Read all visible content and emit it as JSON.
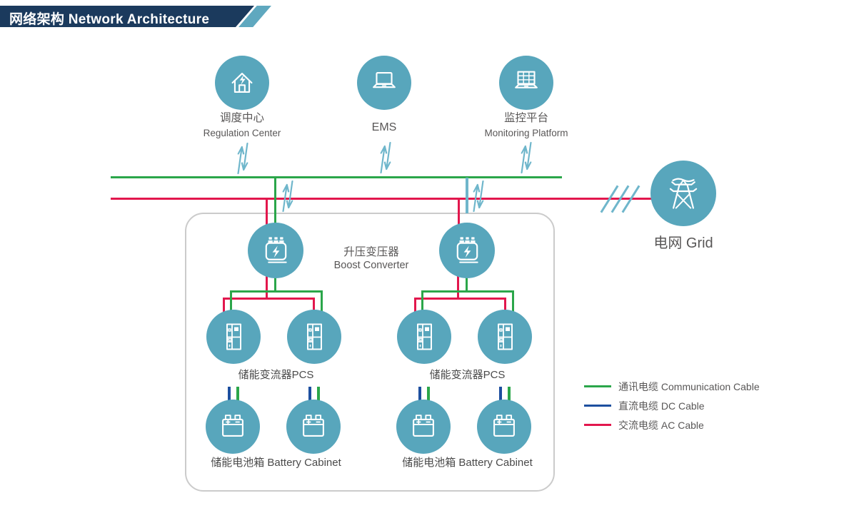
{
  "banner": {
    "title": "网络架构 Network Architecture"
  },
  "nodes": {
    "regulation_center": {
      "zh": "调度中心",
      "en": "Regulation Center",
      "icon": "house-lightning-icon"
    },
    "ems": {
      "label": "EMS",
      "icon": "laptop-icon"
    },
    "monitoring_platform": {
      "zh": "监控平台",
      "en": "Monitoring Platform",
      "icon": "laptop-grid-screen-icon"
    },
    "grid": {
      "label": "电网 Grid",
      "icon": "transmission-tower-icon"
    },
    "boost_converter": {
      "zh": "升压变压器",
      "en": "Boost Converter",
      "icon": "transformer-lightning-icon"
    },
    "pcs": {
      "label": "储能变流器PCS",
      "icon": "converter-cabinet-icon"
    },
    "battery": {
      "label": "储能电池箱 Battery Cabinet",
      "icon": "battery-icon"
    }
  },
  "legend": {
    "items": [
      {
        "label": "通讯电缆 Communication Cable",
        "color": "#2BA64A"
      },
      {
        "label": "直流电缆 DC Cable",
        "color": "#1D4F9F"
      },
      {
        "label": "交流电缆 AC Cable",
        "color": "#E2174D"
      }
    ]
  },
  "colors": {
    "communication": "#2BA64A",
    "dc": "#1D4F9F",
    "ac": "#E2174D",
    "node": "#58A6BC",
    "arrow": "#6FB6CB",
    "navy": "#1B3A5D",
    "accent": "#5FA8BF",
    "text": "#595757",
    "border": "#CBCBCB"
  }
}
